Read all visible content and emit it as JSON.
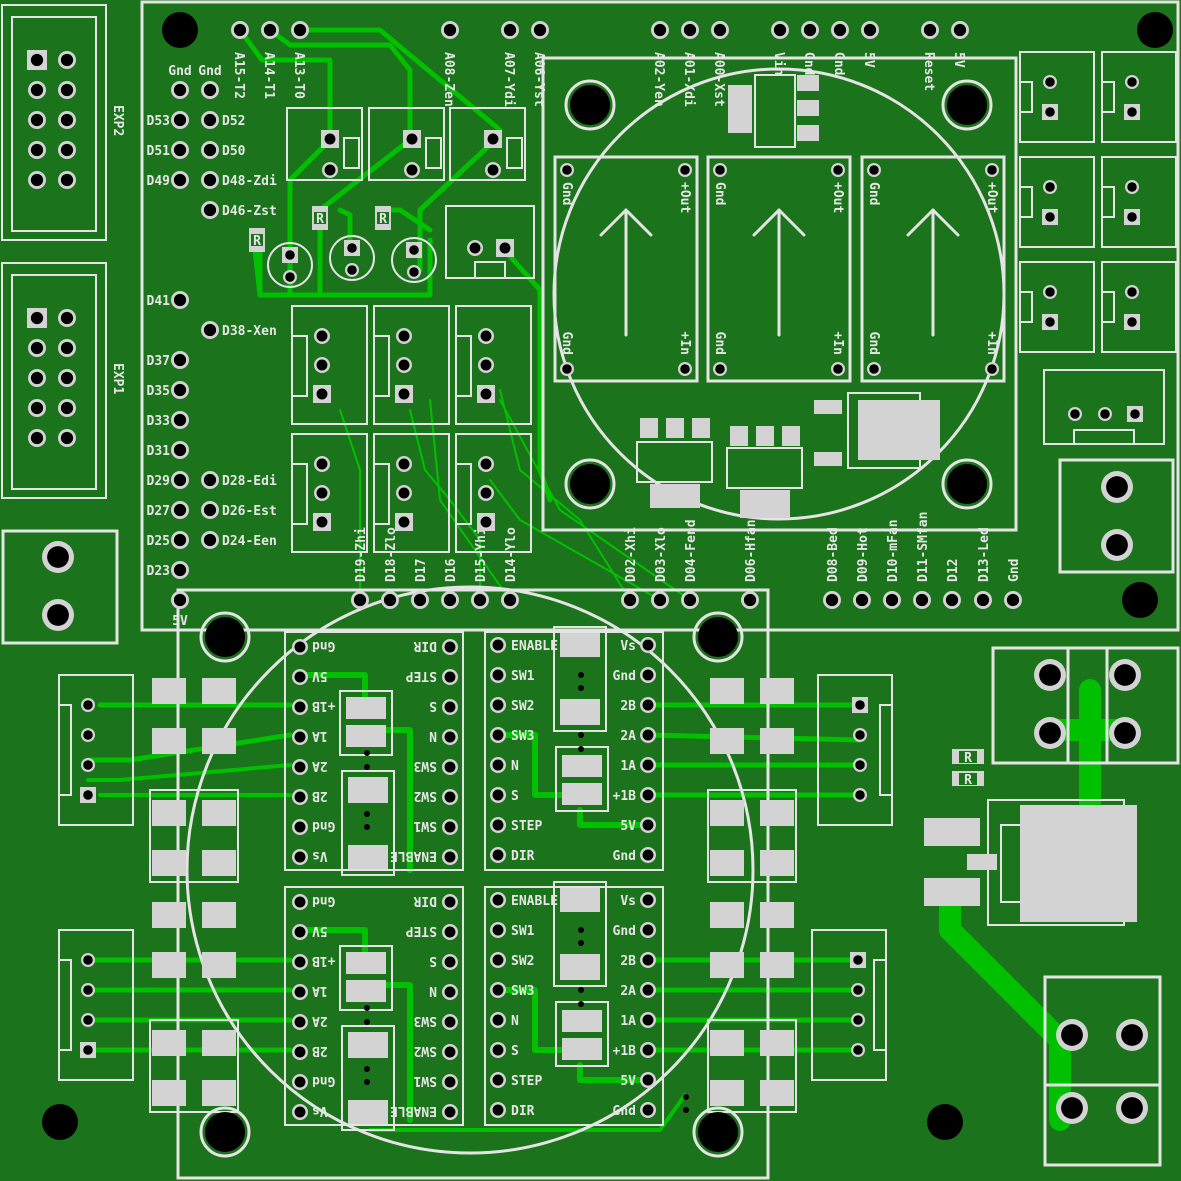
{
  "colors": {
    "board": "#1b731b",
    "trace": "#00c000",
    "silk": "#e4e4e4",
    "pad": "#d3d3d3",
    "hole": "#000000"
  },
  "headers": {
    "exp2": "EXP2",
    "exp1": "EXP1"
  },
  "gnd_labels": [
    "Gnd",
    "Gnd"
  ],
  "top_pins": [
    "A15-T2",
    "A14-T1",
    "A13-T0",
    "A08-Zen",
    "A07-Ydi",
    "A06-Yst",
    "A02-Yen",
    "A01-Xdi",
    "A00-Xst",
    "Vin",
    "Gnd",
    "Gnd",
    "5V",
    "Reset",
    "5V"
  ],
  "left_pins_col1": [
    "D53",
    "D51",
    "D49",
    "D41",
    "D37",
    "D35",
    "D33",
    "D31",
    "D29",
    "D27",
    "D25",
    "D23"
  ],
  "left_pins_col2": [
    "D52",
    "D50",
    "D48-Zdi",
    "D46-Zst",
    "D38-Xen",
    "D28-Edi",
    "D26-Est",
    "D24-Een"
  ],
  "five_v_label": "5V",
  "bottom_pins": [
    "D19-Zhi",
    "D18-Zlo",
    "D17",
    "D16",
    "D15-Yhi",
    "D14-Ylo",
    "D02-Xhi",
    "D03-Xlo",
    "D04-Fend",
    "D06-Hfan",
    "D08-Bed",
    "D09-Hot",
    "D10-mFan",
    "D11-SMfan",
    "D12",
    "D13-Led",
    "Gnd"
  ],
  "dcdc": {
    "gnd": "Gnd",
    "out": "+Out",
    "in": "+In"
  },
  "driver": {
    "left": [
      "ENABLE",
      "SW1",
      "SW2",
      "SW3",
      "N",
      "S",
      "STEP",
      "DIR"
    ],
    "right": [
      "Vs",
      "Gnd",
      "2B",
      "2A",
      "1A",
      "+1B",
      "5V",
      "Gnd"
    ]
  },
  "resistor_label": "R"
}
